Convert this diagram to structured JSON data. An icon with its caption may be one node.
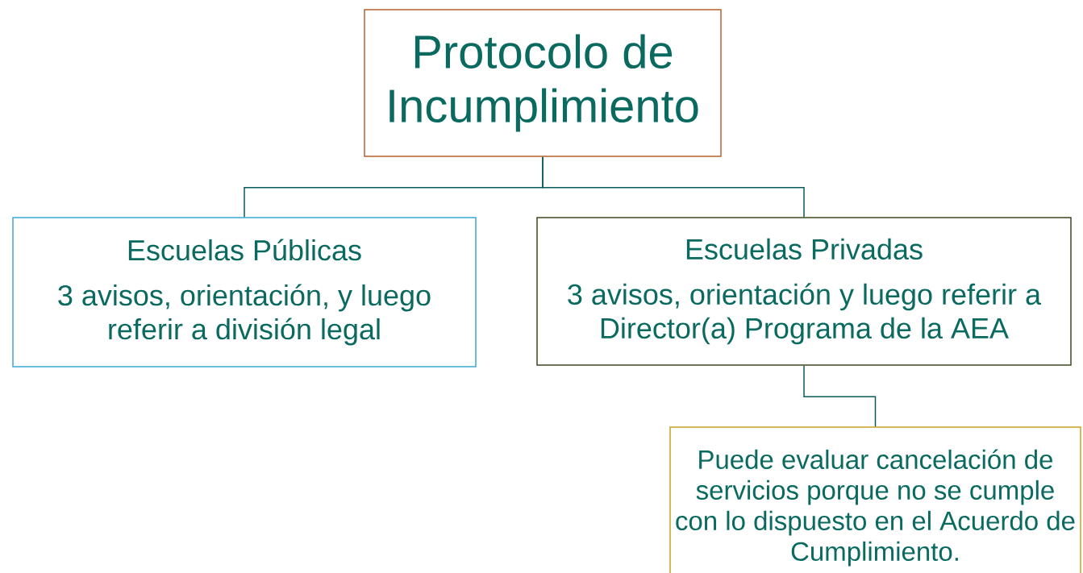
{
  "diagram": {
    "nodes": [
      {
        "text": [
          "Protocolo de Incumplimiento"
        ]
      },
      {
        "text": [
          "Escuelas Públicas",
          "3 avisos, orientación, y luego referir a división legal"
        ]
      },
      {
        "text": [
          "Escuelas Privadas",
          "3 avisos, orientación y luego referir a Director(a) Programa de la AEA"
        ]
      },
      {
        "text": [
          "Puede evaluar cancelación de servicios porque no se cumple con lo dispuesto en el Acuerdo de Cumplimiento."
        ]
      }
    ],
    "edges": [
      {
        "from": 0,
        "to": 1,
        "arrow": "none"
      },
      {
        "from": 0,
        "to": 2,
        "arrow": "none"
      },
      {
        "from": 2,
        "to": 3,
        "arrow": "none"
      }
    ]
  }
}
